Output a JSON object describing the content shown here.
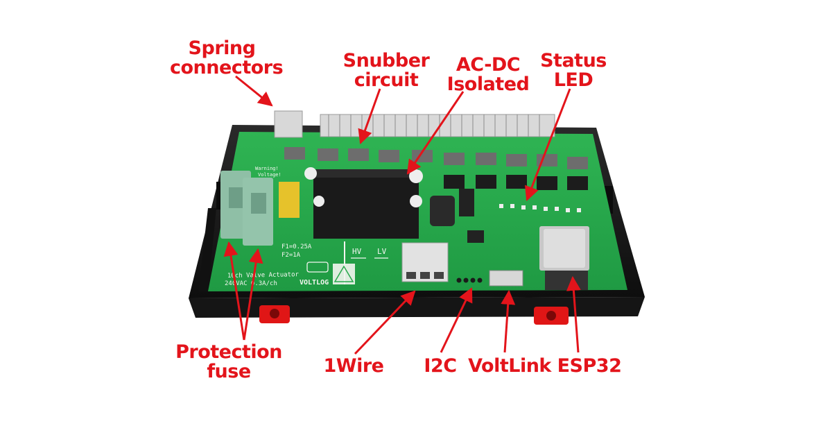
{
  "annotations": {
    "spring_connectors": [
      "Spring",
      "connectors"
    ],
    "snubber_circuit": [
      "Snubber",
      "circuit"
    ],
    "ac_dc_isolated": [
      "AC-DC",
      "Isolated"
    ],
    "status_led": [
      "Status",
      "LED"
    ],
    "protection_fuse": [
      "Protection",
      "fuse"
    ],
    "one_wire": "1Wire",
    "i2c": "I2C",
    "voltlink": "VoltLink",
    "esp32": "ESP32"
  },
  "board_silkscreen": {
    "fuse_f1": "F1=0.25A",
    "fuse_f2": "F2=1A",
    "hv": "HV",
    "lv": "LV",
    "product": "10ch Valve Actuator",
    "rating": "240VAC 0.3A/ch",
    "brand": "VOLTLOG",
    "warning": [
      "Warning!",
      "Voltage!"
    ]
  },
  "colors": {
    "annotation": "#e3141b",
    "pcb": "#27a84b",
    "enclosure": "#1d1d1d",
    "terminal_block": "#d8d8d8",
    "fuse_holder": "#8fbfa6",
    "psu_module": "#1a1a1a",
    "din_clip": "#e01616"
  }
}
